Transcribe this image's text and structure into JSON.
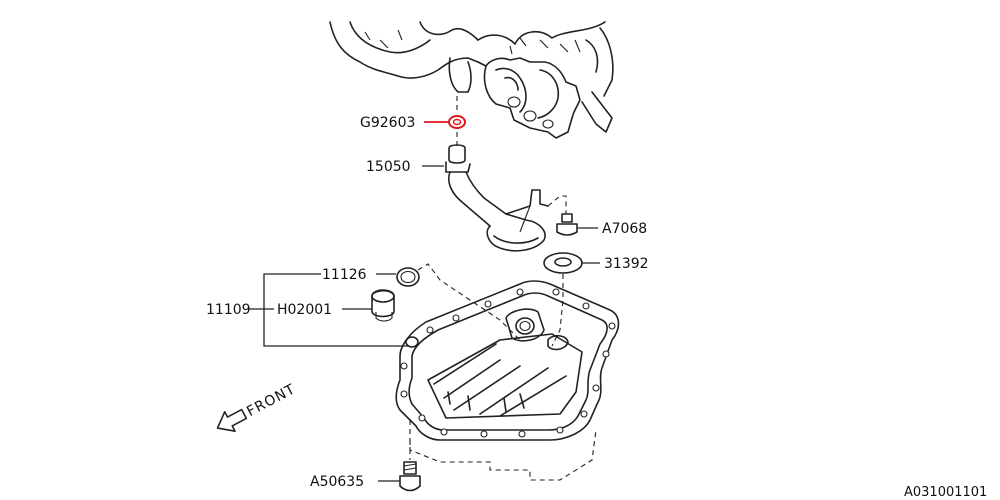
{
  "diagram": {
    "parts": {
      "baffle_plate": "G92603",
      "oil_strainer": "15050",
      "bolt_strainer": "A7068",
      "gasket_strainer": "31392",
      "drain_plug_gasket": "11126",
      "oil_pan_assembly": "11109",
      "drain_plug": "H02001",
      "flange_bolt": "A50635"
    },
    "front_label": "FRONT",
    "figure_code": "A031001101",
    "highlight_color": "#e0151b"
  }
}
